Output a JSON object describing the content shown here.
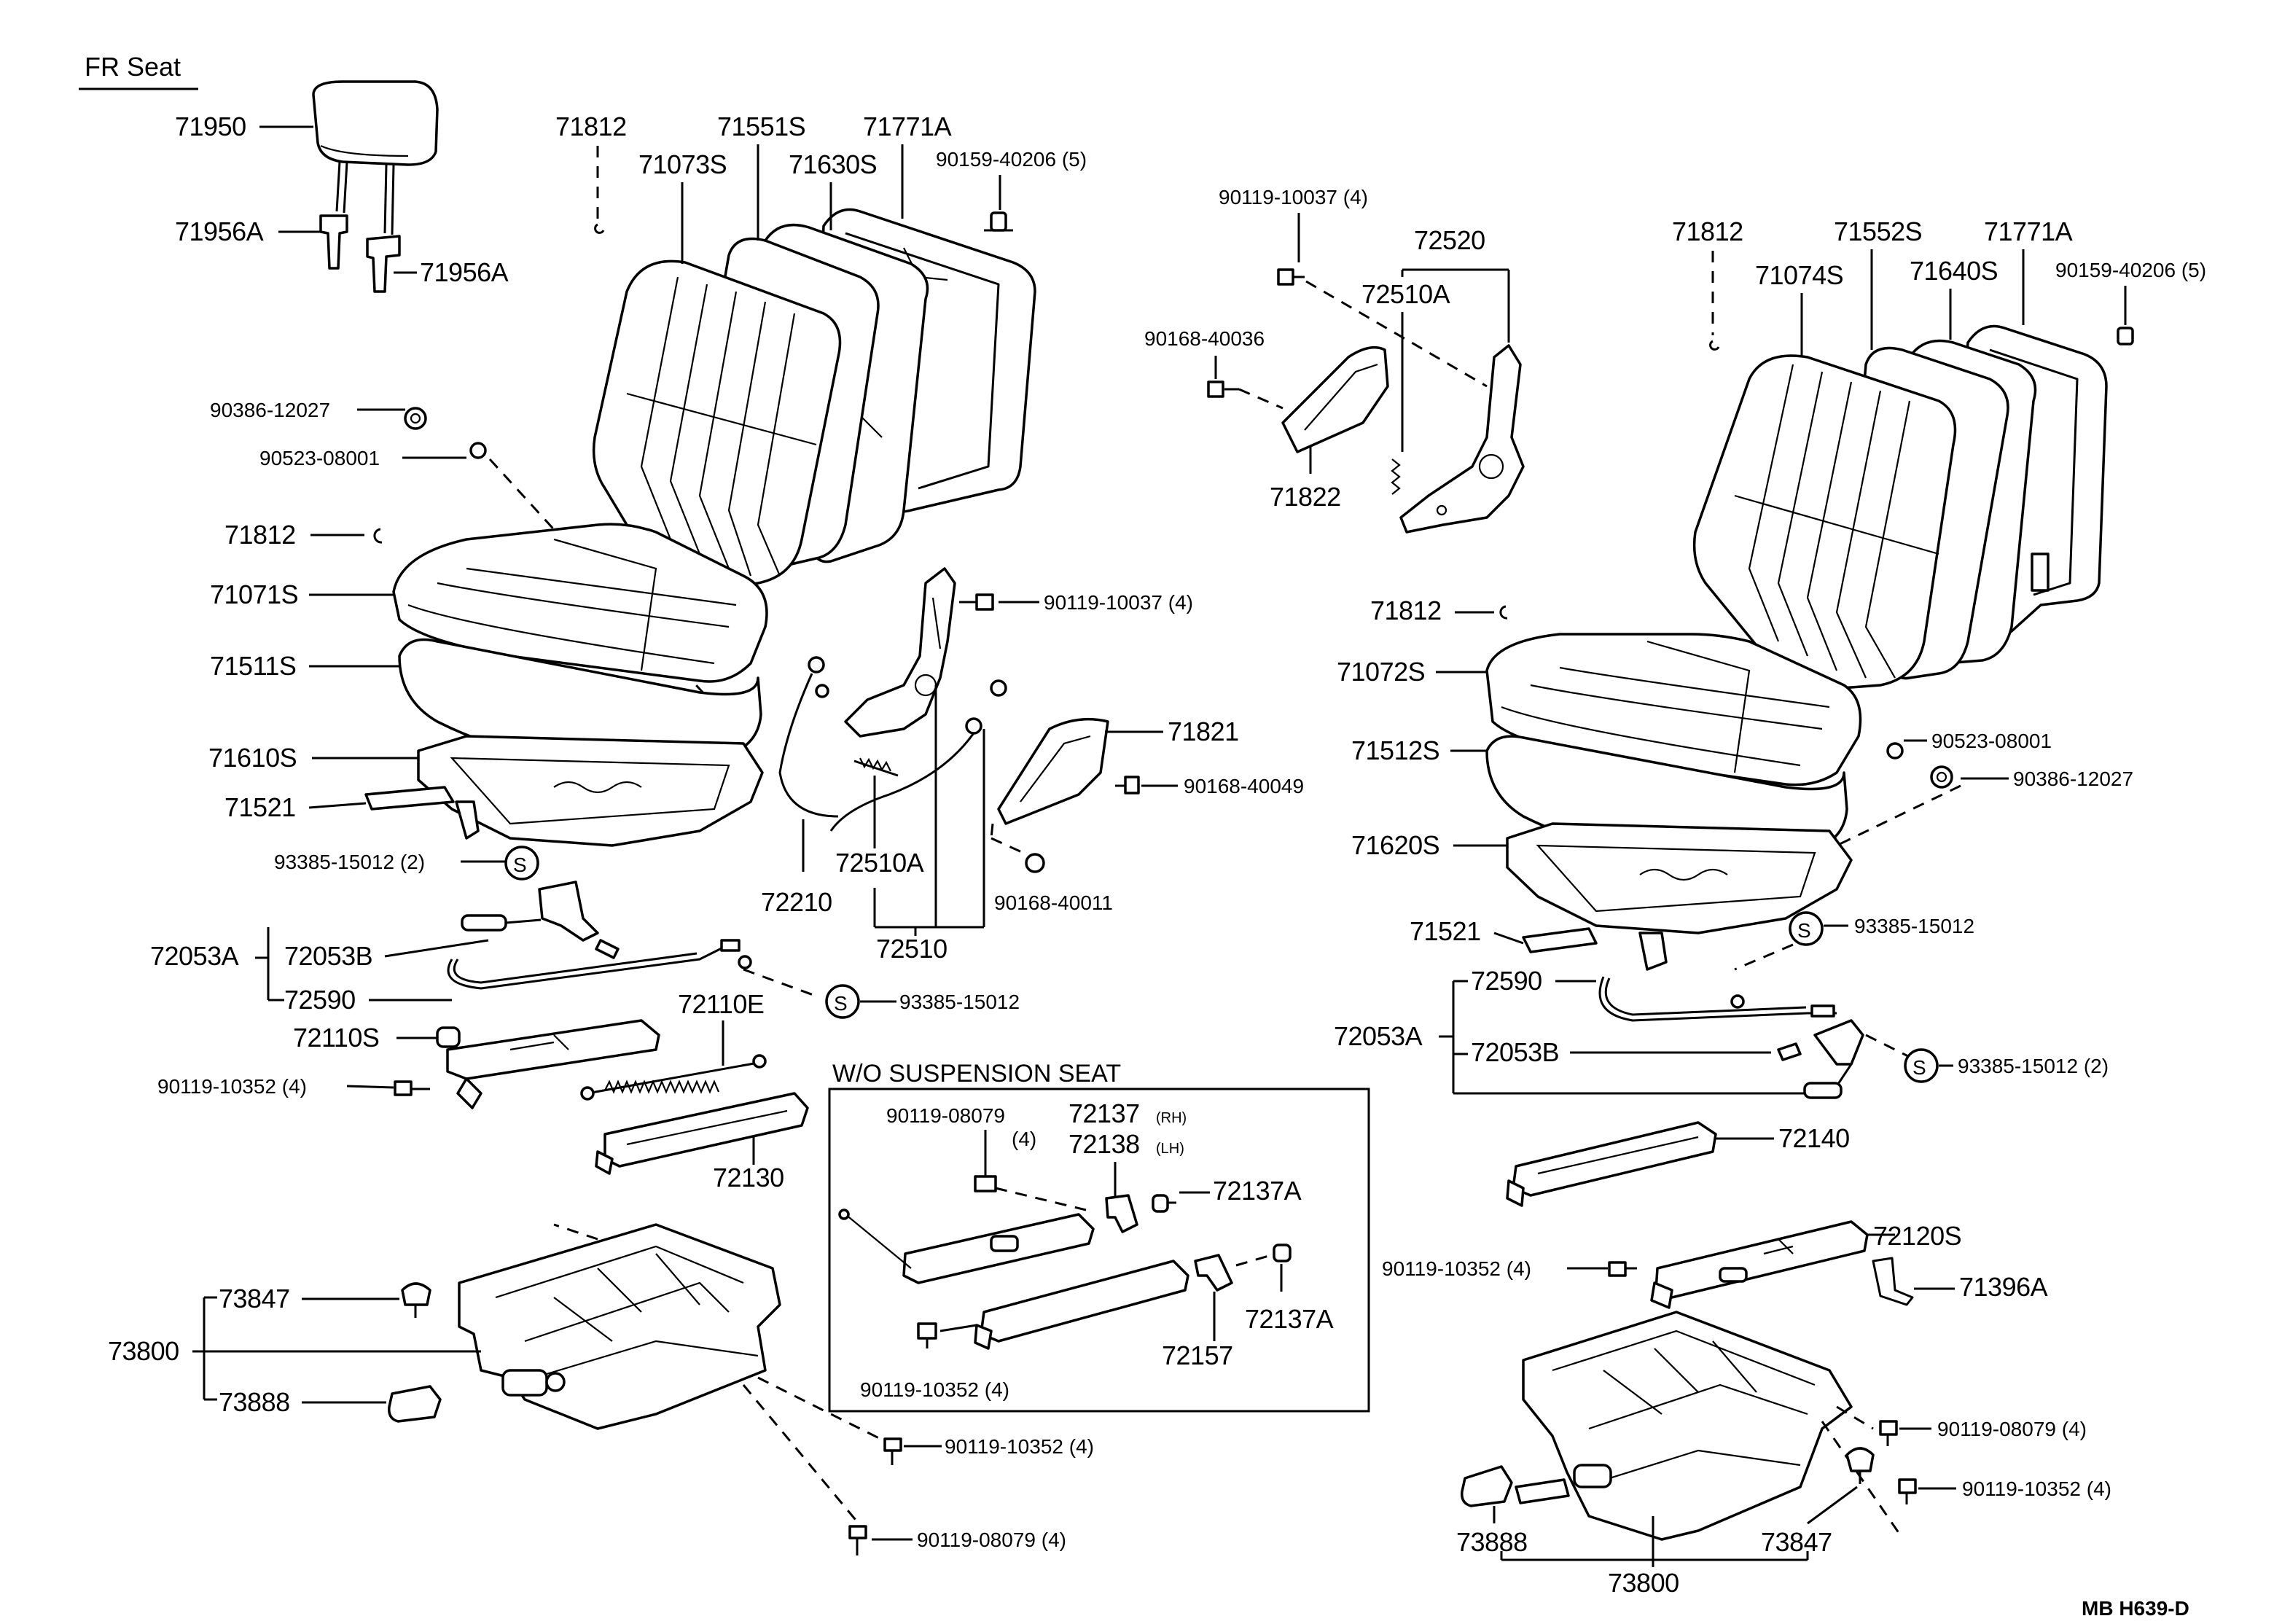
{
  "title": "FR  Seat",
  "code": "MB  H639-D",
  "inset": {
    "title": "W/O SUSPENSION  SEAT"
  },
  "labels": {
    "p71950": "71950",
    "p71956A_1": "71956A",
    "p71956A_2": "71956A",
    "p71812_top": "71812",
    "p71551S": "71551S",
    "p71771A_l": "71771A",
    "p71073S": "71073S",
    "p71630S": "71630S",
    "p90159_l": "90159-40206 (5)",
    "p90386_l": "90386-12027",
    "p90523_l": "90523-08001",
    "p71812_l": "71812",
    "p71071S": "71071S",
    "p71511S": "71511S",
    "p71610S": "71610S",
    "p71521_l": "71521",
    "p93385_l1": "93385-15012 (2)",
    "p72053A_l": "72053A",
    "p72053B_l": "72053B",
    "p72590_l": "72590",
    "p93385_l2": "93385-15012",
    "p72110S": "72110S",
    "p72110E": "72110E",
    "p90119_10352_l": "90119-10352 (4)",
    "p72130": "72130",
    "p73847_l": "73847",
    "p73800_l": "73800",
    "p73888_l": "73888",
    "p90119_10352_b": "90119-10352 (4)",
    "p90119_08079_b": "90119-08079 (4)",
    "p90119_10037_m": "90119-10037 (4)",
    "p72210": "72210",
    "p72510A_m": "72510A",
    "p72510": "72510",
    "p71821": "71821",
    "p90168_40049": "90168-40049",
    "p90168_40011": "90168-40011",
    "p90119_10037_t": "90119-10037 (4)",
    "p72520": "72520",
    "p72510A_t": "72510A",
    "p90168_40036": "90168-40036",
    "p71822": "71822",
    "in_90119_08079": "90119-08079",
    "in_qty": "(4)",
    "in_72137": "72137",
    "in_rh": "(RH)",
    "in_72138": "72138",
    "in_lh": "(LH)",
    "in_72137A_1": "72137A",
    "in_72137A_2": "72137A",
    "in_72157": "72157",
    "in_90119_10352": "90119-10352 (4)",
    "p71812_r1": "71812",
    "p71074S": "71074S",
    "p71552S": "71552S",
    "p71640S": "71640S",
    "p71771A_r": "71771A",
    "p90159_r": "90159-40206 (5)",
    "p71812_r2": "71812",
    "p71072S": "71072S",
    "p90523_r": "90523-08001",
    "p71512S": "71512S",
    "p90386_r": "90386-12027",
    "p71620S": "71620S",
    "p71521_r": "71521",
    "p93385_r1": "93385-15012",
    "p72590_r": "72590",
    "p72053A_r": "72053A",
    "p72053B_r": "72053B",
    "p93385_r2": "93385-15012 (2)",
    "p72140": "72140",
    "p90119_10352_r": "90119-10352 (4)",
    "p72120S": "72120S",
    "p71396A": "71396A",
    "p90119_08079_r": "90119-08079 (4)",
    "p90119_10352_r2": "90119-10352 (4)",
    "p73888_r": "73888",
    "p73847_r": "73847",
    "p73800_r": "73800",
    "s_symbol": "S"
  }
}
